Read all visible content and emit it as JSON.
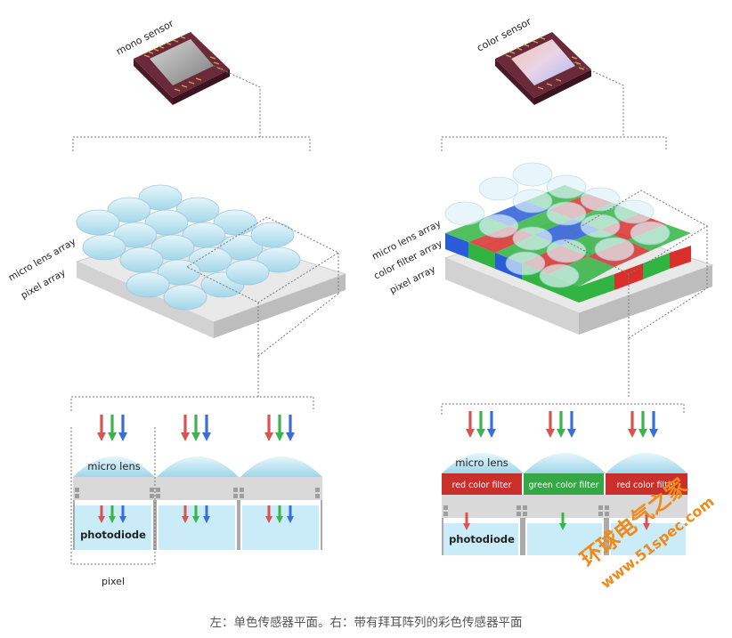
{
  "left": {
    "sensor_label": "mono sensor",
    "layer_labels": [
      "micro lens array",
      "pixel array"
    ],
    "detail": {
      "micro_lens": "micro lens",
      "photodiode": "photodiode",
      "pixel": "pixel"
    }
  },
  "right": {
    "sensor_label": "color sensor",
    "layer_labels": [
      "micro lens array",
      "color filter array",
      "pixel array"
    ],
    "detail": {
      "micro_lens": "micro lens",
      "filters": [
        "red color filter",
        "green color filter",
        "red color filter"
      ],
      "photodiode": "photodiode"
    }
  },
  "caption": "左：单色传感器平面。右：带有拜耳阵列的彩色传感器平面",
  "watermark": {
    "line1": "环球电气之家",
    "line2": "www.51spec.com"
  },
  "colors": {
    "red_arrow": "#d9534f",
    "green_arrow": "#3cb44b",
    "blue_arrow": "#3b6fd6",
    "red_filter": "#c9302c",
    "green_filter": "#35a845",
    "lens": "#bfe6f3",
    "photodiode": "#c9ecf8",
    "watermark": "#f08a1c"
  }
}
